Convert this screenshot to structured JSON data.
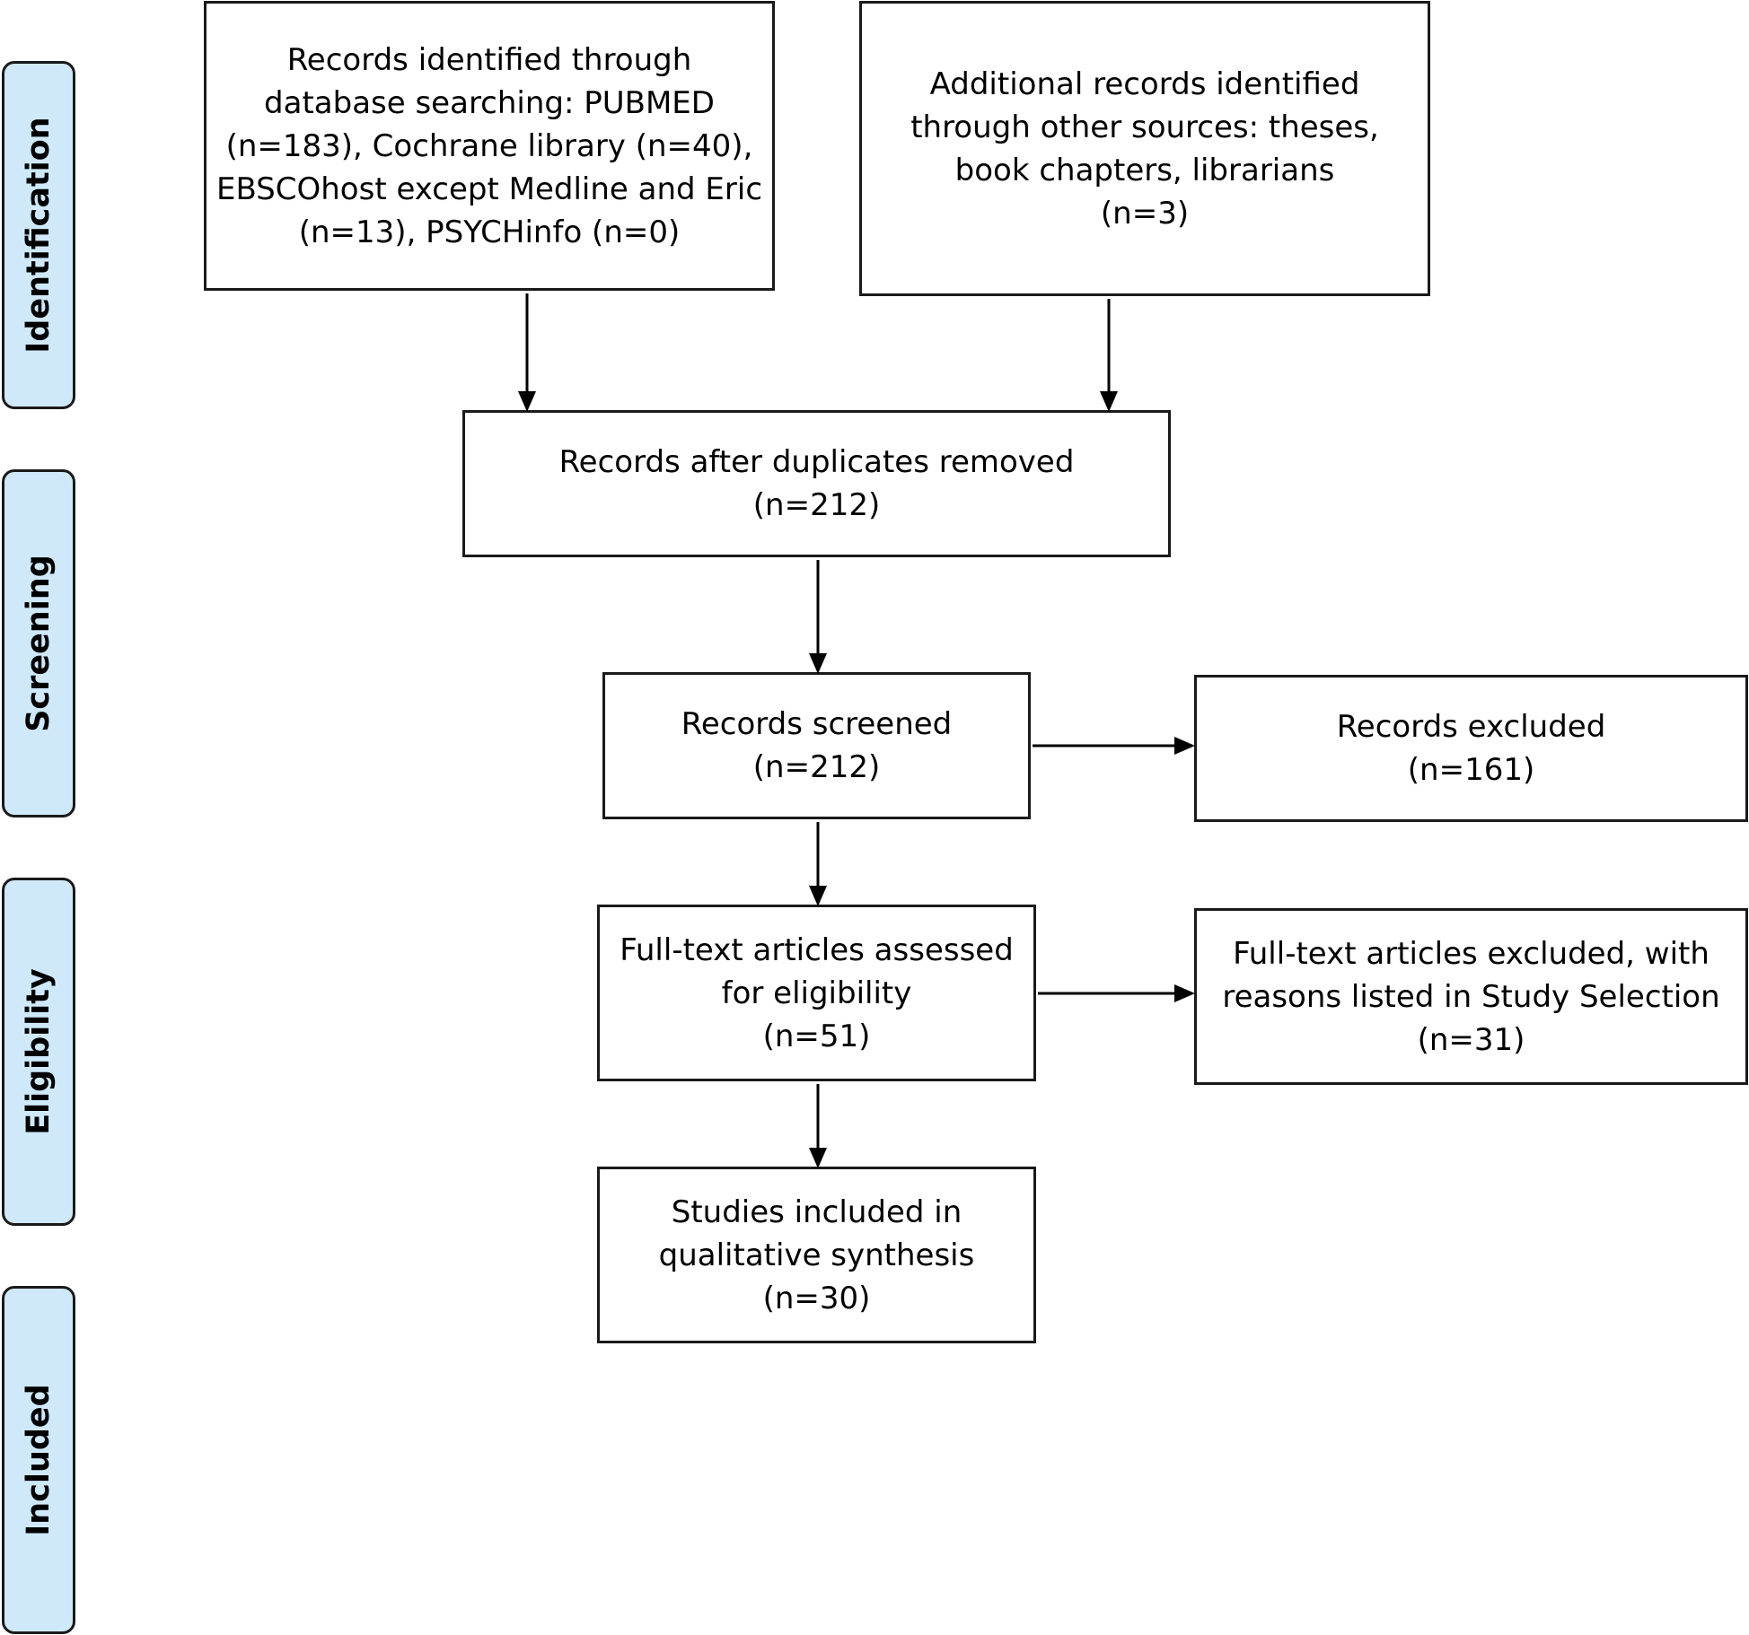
{
  "phases": {
    "identification": "Identification",
    "screening": "Screening",
    "eligibility": "Eligibility",
    "included": "Included"
  },
  "boxes": {
    "database_search": {
      "lines": [
        "Records identified through",
        "database searching: PUBMED",
        "(n=183), Cochrane library (n=40),",
        "EBSCOhost except Medline and Eric",
        "(n=13), PSYCHinfo (n=0)"
      ]
    },
    "other_sources": {
      "lines": [
        "Additional records identified",
        "through other sources: theses,",
        "book chapters, librarians",
        "(n=3)"
      ]
    },
    "duplicates_removed": {
      "lines": [
        "Records after duplicates removed",
        "(n=212)"
      ]
    },
    "records_screened": {
      "lines": [
        "Records screened",
        "(n=212)"
      ]
    },
    "records_excluded": {
      "lines": [
        "Records excluded",
        "(n=161)"
      ]
    },
    "fulltext_assessed": {
      "lines": [
        "Full-text articles assessed",
        "for eligibility",
        "(n=51)"
      ]
    },
    "fulltext_excluded": {
      "lines": [
        "Full-text articles excluded, with",
        "reasons listed in Study Selection",
        "(n=31)"
      ]
    },
    "studies_included": {
      "lines": [
        "Studies included in",
        "qualitative synthesis",
        "(n=30)"
      ]
    }
  }
}
